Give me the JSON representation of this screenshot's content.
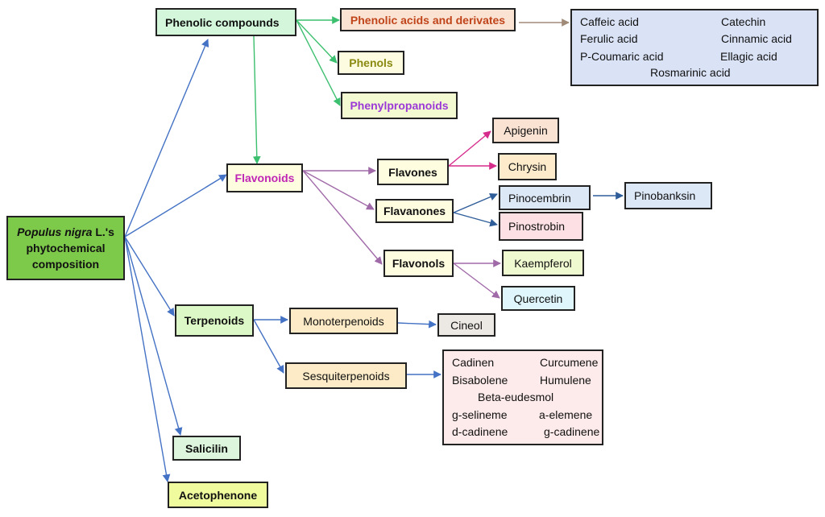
{
  "title": "Populus nigra L.'s phytochemical composition",
  "root": {
    "italic": "Populus nigra",
    "rest": " L.'s",
    "line2": "phytochemical",
    "line3": "composition"
  },
  "nodes": {
    "phenolic_compounds": {
      "label": "Phenolic compounds",
      "fill": "#d4f7dc",
      "color": "#111111"
    },
    "phenolic_acids": {
      "label": "Phenolic acids and derivates",
      "fill": "#fbe3d4",
      "color": "#c0441a"
    },
    "phenols": {
      "label": "Phenols",
      "fill": "#fdfbe0",
      "color": "#8a8a10"
    },
    "phenylpropanoids": {
      "label": "Phenylpropanoids",
      "fill": "#f3fad2",
      "color": "#9b39d6"
    },
    "flavonoids": {
      "label": "Flavonoids",
      "fill": "#fefde0",
      "color": "#c026b5"
    },
    "flavones": {
      "label": "Flavones",
      "fill": "#fefde0",
      "color": "#111111"
    },
    "flavanones": {
      "label": "Flavanones",
      "fill": "#fefde0",
      "color": "#111111"
    },
    "flavonols": {
      "label": "Flavonols",
      "fill": "#fefde0",
      "color": "#111111"
    },
    "apigenin": {
      "label": "Apigenin",
      "fill": "#fbe3d4",
      "color": "#111111"
    },
    "chrysin": {
      "label": "Chrysin",
      "fill": "#fdebcc",
      "color": "#111111"
    },
    "pinocembrin": {
      "label": "Pinocembrin",
      "fill": "#dde8f7",
      "color": "#111111"
    },
    "pinobanksin": {
      "label": "Pinobanksin",
      "fill": "#dde8f7",
      "color": "#111111"
    },
    "pinostrobin": {
      "label": "Pinostrobin",
      "fill": "#fde0e3",
      "color": "#111111"
    },
    "kaempferol": {
      "label": "Kaempferol",
      "fill": "#effad0",
      "color": "#111111"
    },
    "quercetin": {
      "label": "Quercetin",
      "fill": "#def6fc",
      "color": "#111111"
    },
    "terpenoids": {
      "label": "Terpenoids",
      "fill": "#dcf8c6",
      "color": "#111111"
    },
    "monoterpenoids": {
      "label": "Monoterpenoids",
      "fill": "#fcebc6",
      "color": "#111111"
    },
    "sesquiterpenoids": {
      "label": "Sesquiterpenoids",
      "fill": "#fcebc6",
      "color": "#111111"
    },
    "cineol": {
      "label": "Cineol",
      "fill": "#ece8e3",
      "color": "#111111"
    },
    "salicilin": {
      "label": "Salicilin",
      "fill": "#dcf5dc",
      "color": "#111111"
    },
    "acetophenone": {
      "label": "Acetophenone",
      "fill": "#f0fb9e",
      "color": "#111111"
    }
  },
  "root_fill": "#7dc94a",
  "phenolic_acids_list": {
    "fill": "#dae2f6",
    "items": [
      "Caffeic acid",
      "Catechin",
      "Ferulic acid",
      "Cinnamic acid",
      "P-Coumaric acid",
      "Ellagic acid",
      "Rosmarinic acid"
    ]
  },
  "sesquiterpenoids_list": {
    "fill": "#fdeaea",
    "items": [
      "Cadinen",
      "Curcumene",
      "Bisabolene",
      "Humulene",
      "Beta-eudesmol",
      "g-selineme",
      "a-elemene",
      "d-cadinene",
      "g-cadinene"
    ]
  },
  "edge_colors": {
    "root": "#4472c4",
    "phenolic": "#3cbf6e",
    "flavonoid": "#a06aa8",
    "flavone": "#d62d8c",
    "flavanone": "#2f5d9a",
    "pinocembrin": "#2f5d9a",
    "phenolic_acids": "#a08a78",
    "flavonol": "#a06aa8",
    "terpenoid": "#4472c4"
  },
  "edges": [
    {
      "from": "root",
      "to": "phenolic_compounds",
      "color": "root"
    },
    {
      "from": "root",
      "to": "flavonoids",
      "color": "root"
    },
    {
      "from": "root",
      "to": "terpenoids",
      "color": "root"
    },
    {
      "from": "root",
      "to": "salicilin",
      "color": "root"
    },
    {
      "from": "root",
      "to": "acetophenone",
      "color": "root"
    },
    {
      "from": "phenolic_compounds",
      "to": "phenolic_acids",
      "color": "phenolic"
    },
    {
      "from": "phenolic_compounds",
      "to": "phenols",
      "color": "phenolic"
    },
    {
      "from": "phenolic_compounds",
      "to": "phenylpropanoids",
      "color": "phenolic"
    },
    {
      "from": "phenolic_compounds",
      "to": "flavonoids",
      "color": "phenolic"
    },
    {
      "from": "phenolic_acids",
      "to": "phenolic_acids_list",
      "color": "phenolic_acids"
    },
    {
      "from": "flavonoids",
      "to": "flavones",
      "color": "flavonoid"
    },
    {
      "from": "flavonoids",
      "to": "flavanones",
      "color": "flavonoid"
    },
    {
      "from": "flavonoids",
      "to": "flavonols",
      "color": "flavonoid"
    },
    {
      "from": "flavones",
      "to": "apigenin",
      "color": "flavone"
    },
    {
      "from": "flavones",
      "to": "chrysin",
      "color": "flavone"
    },
    {
      "from": "flavanones",
      "to": "pinocembrin",
      "color": "flavanone"
    },
    {
      "from": "flavanones",
      "to": "pinostrobin",
      "color": "flavanone"
    },
    {
      "from": "pinocembrin",
      "to": "pinobanksin",
      "color": "pinocembrin"
    },
    {
      "from": "flavonols",
      "to": "kaempferol",
      "color": "flavonol"
    },
    {
      "from": "flavonols",
      "to": "quercetin",
      "color": "flavonol"
    },
    {
      "from": "terpenoids",
      "to": "monoterpenoids",
      "color": "terpenoid"
    },
    {
      "from": "terpenoids",
      "to": "sesquiterpenoids",
      "color": "terpenoid"
    },
    {
      "from": "monoterpenoids",
      "to": "cineol",
      "color": "terpenoid"
    },
    {
      "from": "sesquiterpenoids",
      "to": "sesquiterpenoids_list",
      "color": "terpenoid"
    }
  ]
}
